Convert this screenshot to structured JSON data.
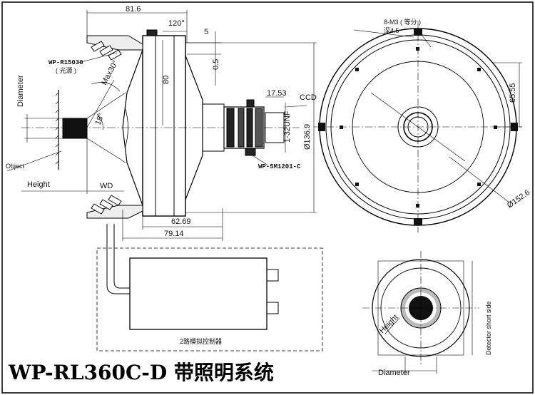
{
  "labels": {
    "dim_width_top": "81.6",
    "dim_angle_top": "120°",
    "dim_5": "5",
    "dim_05": "0.5",
    "dim_80": "80",
    "dim_1753": "17.53",
    "ccd": "CCD",
    "thread": "1-32UNF",
    "dia_1369": "Ø136.9",
    "dim_6269": "62.69",
    "dim_7914": "79.14",
    "light_source_model": "WP-R15030",
    "light_source_name": "( 光源 )",
    "lens_model": "WP-5M1201-C",
    "max_angle": "Max30°",
    "angle_18": "18°",
    "diameter_left": "Diameter",
    "object": "Object",
    "height_left": "Height",
    "wd": "WD",
    "screws": "8-M3 ( 等分 )",
    "depth": "深4.5",
    "dim_6555": "65.55",
    "dia_1526": "Ø152.6",
    "controller": "2路模拟控制器",
    "height_det": "Height",
    "detector_side": "Detector short side",
    "diameter_bottom": "Diameter",
    "title": "WP-RL360C-D 带照明系统"
  }
}
